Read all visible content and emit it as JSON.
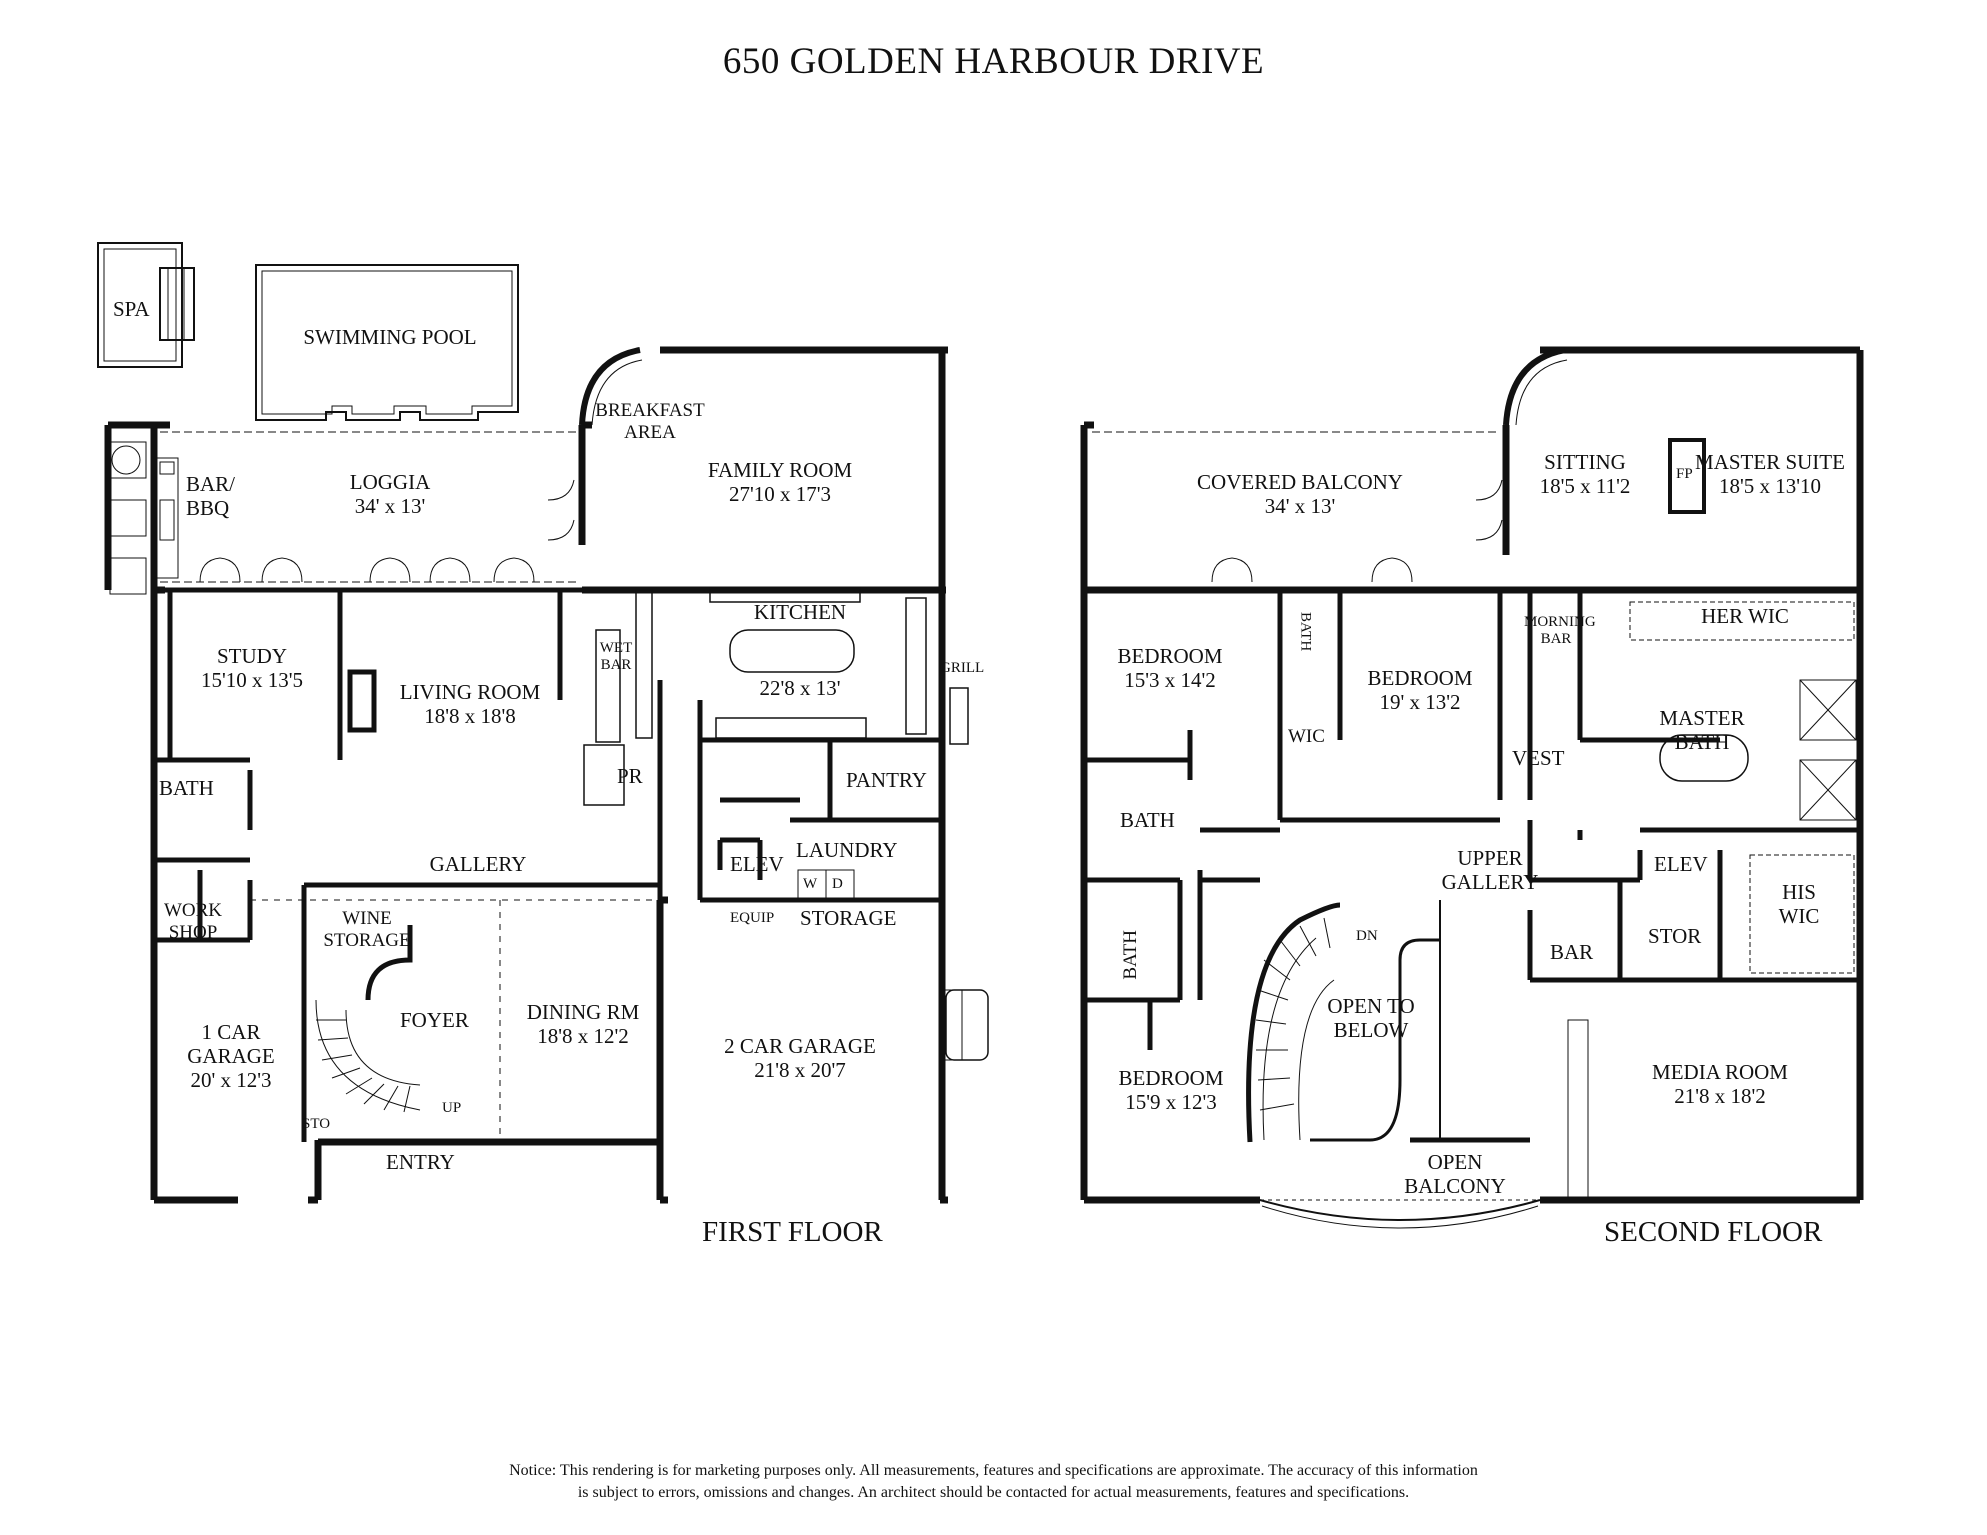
{
  "title": "650 GOLDEN HARBOUR DRIVE",
  "first_floor": {
    "label": "FIRST FLOOR",
    "rooms": {
      "spa": {
        "name": "SPA"
      },
      "pool": {
        "name": "SWIMMING POOL"
      },
      "bar_bbq": {
        "name": "BAR/ BBQ"
      },
      "loggia": {
        "name": "LOGGIA",
        "dim": "34' x 13'"
      },
      "breakfast": {
        "name": "BREAKFAST AREA"
      },
      "family": {
        "name": "FAMILY ROOM",
        "dim": "27'10 x 17'3"
      },
      "study": {
        "name": "STUDY",
        "dim": "15'10 x 13'5"
      },
      "living": {
        "name": "LIVING ROOM",
        "dim": "18'8 x 18'8"
      },
      "wet_bar": {
        "name": "WET BAR"
      },
      "kitchen": {
        "name": "KITCHEN",
        "dim": "22'8 x 13'"
      },
      "grill": {
        "name": "GRILL"
      },
      "bath": {
        "name": "BATH"
      },
      "pr": {
        "name": "PR"
      },
      "pantry": {
        "name": "PANTRY"
      },
      "gallery": {
        "name": "GALLERY"
      },
      "elev": {
        "name": "ELEV"
      },
      "laundry": {
        "name": "LAUNDRY"
      },
      "w": {
        "name": "W"
      },
      "d": {
        "name": "D"
      },
      "workshop": {
        "name": "WORK SHOP"
      },
      "wine": {
        "name": "WINE STORAGE"
      },
      "equip": {
        "name": "EQUIP"
      },
      "storage": {
        "name": "STORAGE"
      },
      "foyer": {
        "name": "FOYER"
      },
      "dining": {
        "name": "DINING RM",
        "dim": "18'8  x 12'2"
      },
      "garage1": {
        "name": "1 CAR GARAGE",
        "dim": "20' x 12'3"
      },
      "garage2": {
        "name": "2 CAR GARAGE",
        "dim": "21'8 x 20'7"
      },
      "sto": {
        "name": "STO"
      },
      "up": {
        "name": "UP"
      },
      "entry": {
        "name": "ENTRY"
      }
    }
  },
  "second_floor": {
    "label": "SECOND FLOOR",
    "rooms": {
      "covered_balcony": {
        "name": "COVERED BALCONY",
        "dim": "34' x 13'"
      },
      "sitting": {
        "name": "SITTING",
        "dim": "18'5 x 11'2"
      },
      "fp": {
        "name": "FP"
      },
      "master_suite": {
        "name": "MASTER SUITE",
        "dim": "18'5 x 13'10"
      },
      "bedroom1": {
        "name": "BEDROOM",
        "dim": "15'3 x 14'2"
      },
      "bath_a": {
        "name": "BATH"
      },
      "bedroom2": {
        "name": "BEDROOM",
        "dim": "19' x 13'2"
      },
      "wic": {
        "name": "WIC"
      },
      "morning_bar": {
        "name": "MORNING BAR"
      },
      "her_wic": {
        "name": "HER WIC"
      },
      "master_bath": {
        "name": "MASTER BATH"
      },
      "vest": {
        "name": "VEST"
      },
      "bath_b": {
        "name": "BATH"
      },
      "upper_gallery": {
        "name": "UPPER GALLERY"
      },
      "elev": {
        "name": "ELEV"
      },
      "his_wic": {
        "name": "HIS WIC"
      },
      "bath_c": {
        "name": "BATH"
      },
      "dn": {
        "name": "DN"
      },
      "bar": {
        "name": "BAR"
      },
      "stor": {
        "name": "STOR"
      },
      "bedroom3": {
        "name": "BEDROOM",
        "dim": "15'9 x 12'3"
      },
      "open_to_below": {
        "name": "OPEN TO BELOW"
      },
      "media": {
        "name": "MEDIA ROOM",
        "dim": "21'8 x 18'2"
      },
      "open_balcony": {
        "name": "OPEN BALCONY"
      }
    }
  },
  "notice": {
    "line1": "Notice: This rendering is for marketing purposes only. All measurements, features and specifications are approximate. The accuracy of this information",
    "line2": "is subject to errors, omissions and changes. An architect should be contacted for actual measurements, features and specifications."
  }
}
